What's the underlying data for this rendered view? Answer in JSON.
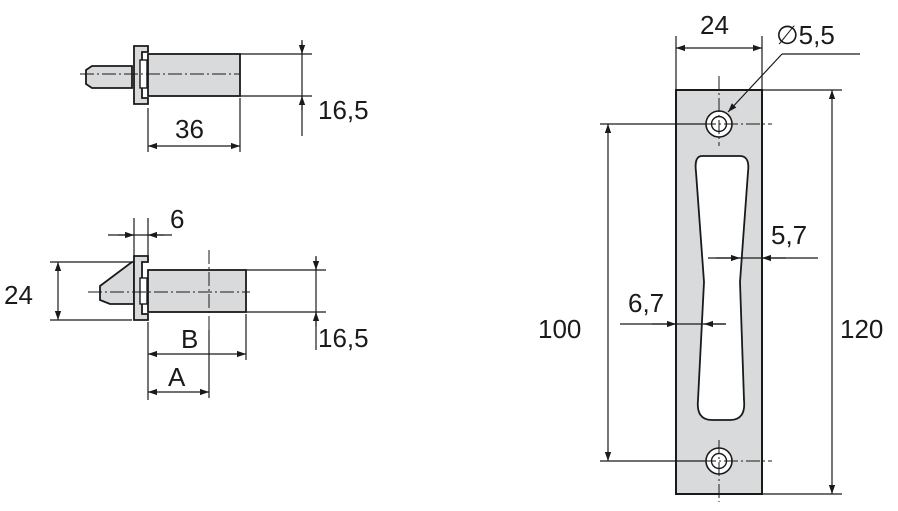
{
  "colors": {
    "line": "#1a1a1a",
    "part_fill": "#d9dadb",
    "background": "#ffffff"
  },
  "top_view": {
    "length": "36",
    "height": "16,5"
  },
  "side_view": {
    "offset": "6",
    "overall_height": "24",
    "height": "16,5",
    "dim_b": "B",
    "dim_a": "A"
  },
  "plate": {
    "width": "24",
    "hole_diameter": "∅5,5",
    "hole_spacing": "100",
    "length": "120",
    "slot_width_right": "5,7",
    "slot_width_left": "6,7"
  }
}
